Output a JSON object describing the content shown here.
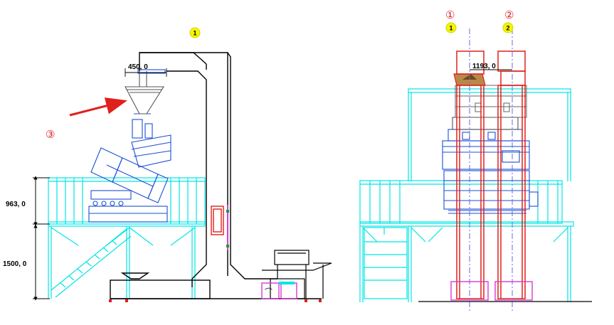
{
  "left_view": {
    "dimension_width": "450, 0",
    "dimension_upper_height": "963, 0",
    "dimension_lower_height": "1500, 0",
    "tag_elevator": "1",
    "callout_label": "③"
  },
  "right_view": {
    "dimension_width": "1193, 0",
    "callout_1": "①",
    "callout_2": "②",
    "tag_1": "1",
    "tag_2": "2"
  },
  "colors": {
    "frame": "#00e5e5",
    "machine": "#1a4fd6",
    "elevator": "#000000",
    "highlight": "#e0201c",
    "hopper_fill": "#b8884a",
    "bin": "#d63ad6",
    "tag_fill": "#f5f500"
  }
}
